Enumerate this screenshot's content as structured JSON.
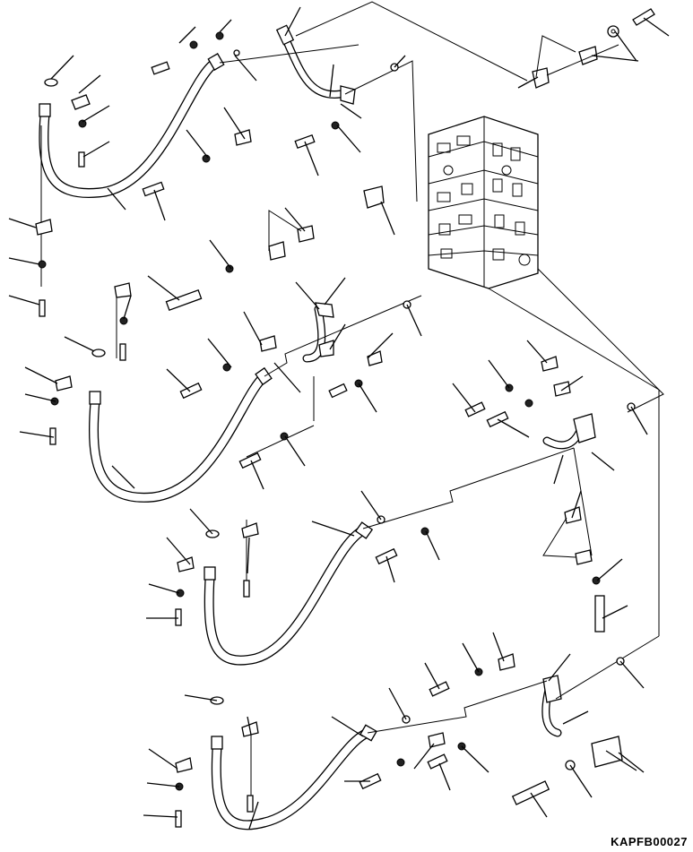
{
  "diagram": {
    "drawing_code": "KAPFB00027",
    "assemblies": [
      "hose-assembly-1",
      "hose-assembly-2",
      "hose-assembly-3",
      "hose-assembly-4"
    ]
  }
}
